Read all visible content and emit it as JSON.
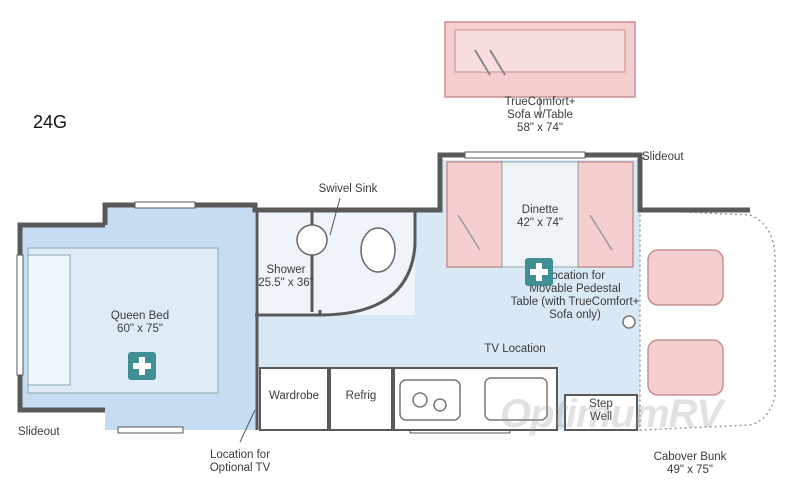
{
  "model": "24G",
  "labels": {
    "sofa_slideout": "TrueComfort+\nSofa w/Table\n58\" x 74\"",
    "slideout_top": "Slideout",
    "swivel_sink": "Swivel Sink",
    "dinette": "Dinette\n42\" x 74\"",
    "pedestal_table": "Location for\nMovable Pedestal\nTable (with TrueComfort+\nSofa only)",
    "shower": "Shower\n25.5\" x 36\"",
    "queen_bed": "Queen Bed\n60\" x 75\"",
    "tv_location": "TV Location",
    "wardrobe": "Wardrobe",
    "refrig": "Refrig",
    "step": "Step\nWell",
    "slideout_bottom": "Slideout",
    "optional_tv": "Location for\nOptional TV",
    "cabover_bunk": "Cabover Bunk\n49\" x 75\""
  },
  "watermark": "OptimumRV",
  "colors": {
    "wall": "#595959",
    "floor_blue": "#d9e8f5",
    "bed_blue": "#c5dcf2",
    "furniture_pink": "#f5cfcf",
    "pink_stroke": "#c98f8f",
    "plus_teal": "#3f8f95"
  }
}
